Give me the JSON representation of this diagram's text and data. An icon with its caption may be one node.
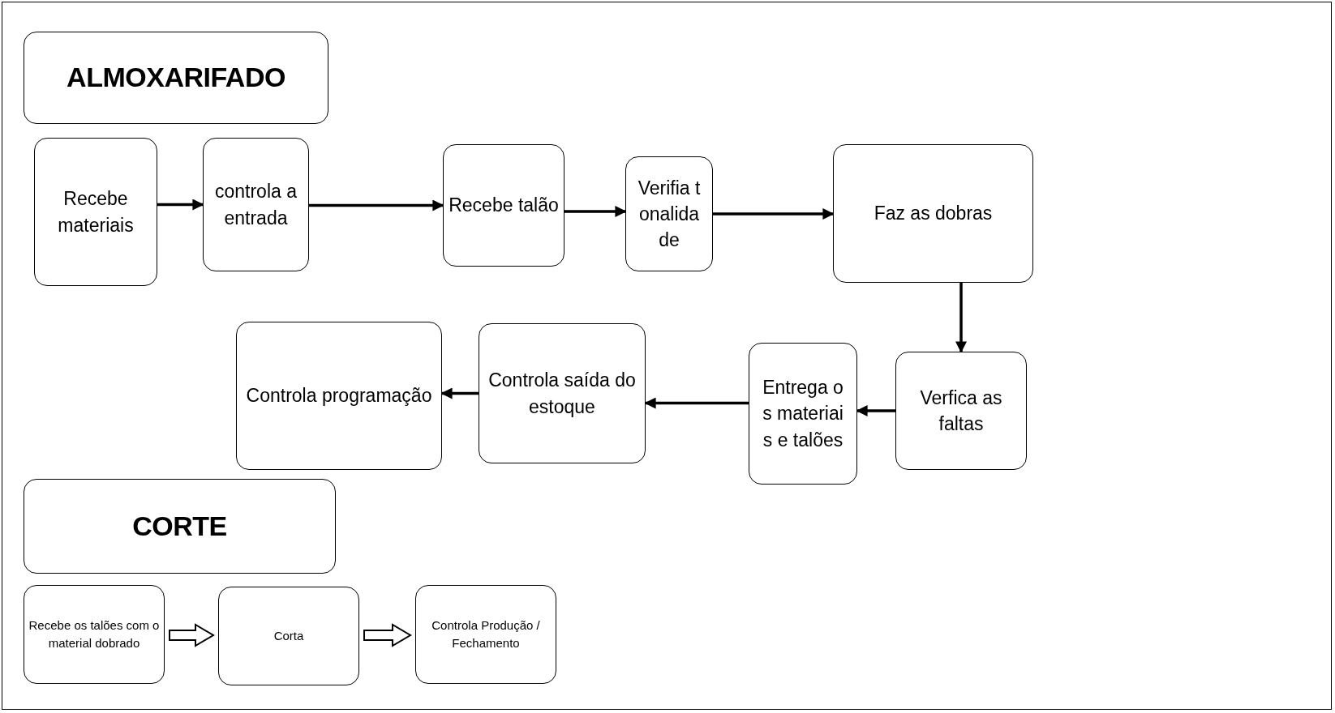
{
  "diagram": {
    "nodes": [
      {
        "text": [
          "ALMOXARIFADO"
        ]
      },
      {
        "text": [
          "Recebe materiais"
        ]
      },
      {
        "text": [
          "controla a entrada"
        ]
      },
      {
        "text": [
          "Recebe talão"
        ]
      },
      {
        "text": [
          "Verifia tonalidade"
        ]
      },
      {
        "text": [
          "Faz as dobras"
        ]
      },
      {
        "text": [
          "Controla programação"
        ]
      },
      {
        "text": [
          "Controla saída do estoque"
        ]
      },
      {
        "text": [
          "Entrega os materiais e talões"
        ]
      },
      {
        "text": [
          "Verfica as faltas"
        ]
      },
      {
        "text": [
          "CORTE"
        ]
      },
      {
        "text": [
          "Recebe os talões com o material dobrado"
        ]
      },
      {
        "text": [
          "Corta"
        ]
      },
      {
        "text": [
          "Controla Produção / Fechamento"
        ]
      }
    ],
    "edges": [
      {
        "from": 1,
        "to": 2,
        "arrow": "to"
      },
      {
        "from": 2,
        "to": 3,
        "arrow": "to"
      },
      {
        "from": 3,
        "to": 4,
        "arrow": "to"
      },
      {
        "from": 4,
        "to": 5,
        "arrow": "to"
      },
      {
        "from": 5,
        "to": 9,
        "arrow": "to"
      },
      {
        "from": 9,
        "to": 8,
        "arrow": "to"
      },
      {
        "from": 8,
        "to": 7,
        "arrow": "to"
      },
      {
        "from": 7,
        "to": 6,
        "arrow": "to"
      },
      {
        "from": 11,
        "to": 12,
        "arrow": "to",
        "style": "thick"
      },
      {
        "from": 12,
        "to": 13,
        "arrow": "to",
        "style": "thick"
      }
    ]
  }
}
